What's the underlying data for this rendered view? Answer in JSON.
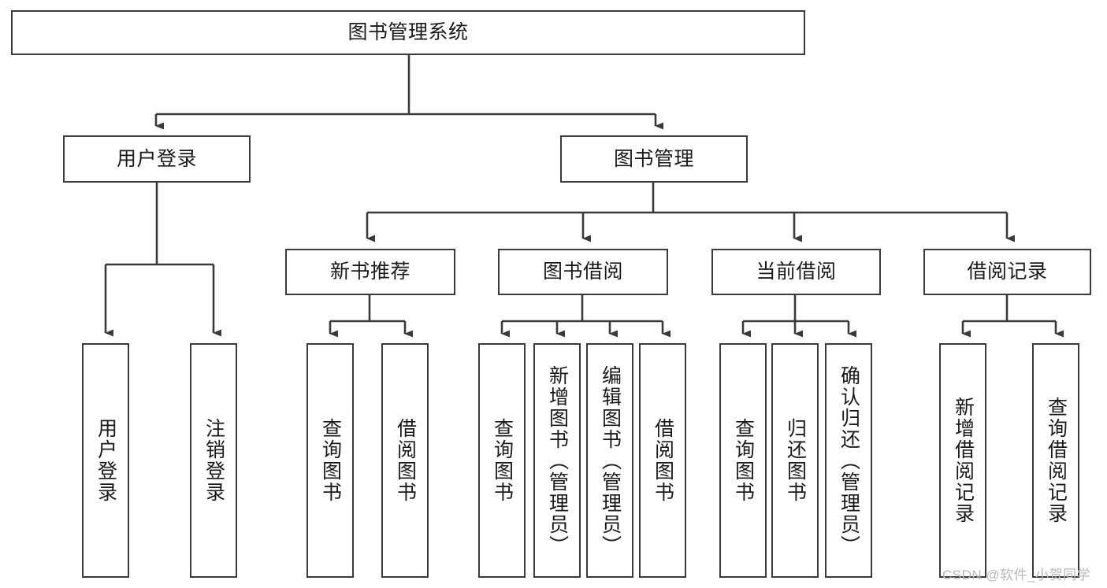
{
  "diagram": {
    "type": "tree-hierarchy",
    "title": "图书管理系统",
    "root": {
      "label": "图书管理系统"
    },
    "level1": [
      {
        "label": "用户登录"
      },
      {
        "label": "图书管理"
      }
    ],
    "level2": [
      {
        "label": "新书推荐"
      },
      {
        "label": "图书借阅"
      },
      {
        "label": "当前借阅"
      },
      {
        "label": "借阅记录"
      }
    ],
    "leaves": {
      "user_login": [
        {
          "label": "用户登录"
        },
        {
          "label": "注销登录"
        }
      ],
      "new_book_recommend": [
        {
          "label": "查询图书"
        },
        {
          "label": "借阅图书"
        }
      ],
      "book_borrow": [
        {
          "label": "查询图书"
        },
        {
          "label": "新增图书（管理员）"
        },
        {
          "label": "编辑图书（管理员）"
        },
        {
          "label": "借阅图书"
        }
      ],
      "current_borrow": [
        {
          "label": "查询图书"
        },
        {
          "label": "归还图书"
        },
        {
          "label": "确认归还（管理员）"
        }
      ],
      "borrow_record": [
        {
          "label": "新增借阅记录"
        },
        {
          "label": "查询借阅记录"
        }
      ]
    },
    "watermark": "CSDN @软件_小贺同学",
    "colors": {
      "stroke": "#3a3a3a",
      "fill": "#ffffff",
      "text": "#1a1a1a",
      "watermark": "#b9b9b9"
    }
  }
}
